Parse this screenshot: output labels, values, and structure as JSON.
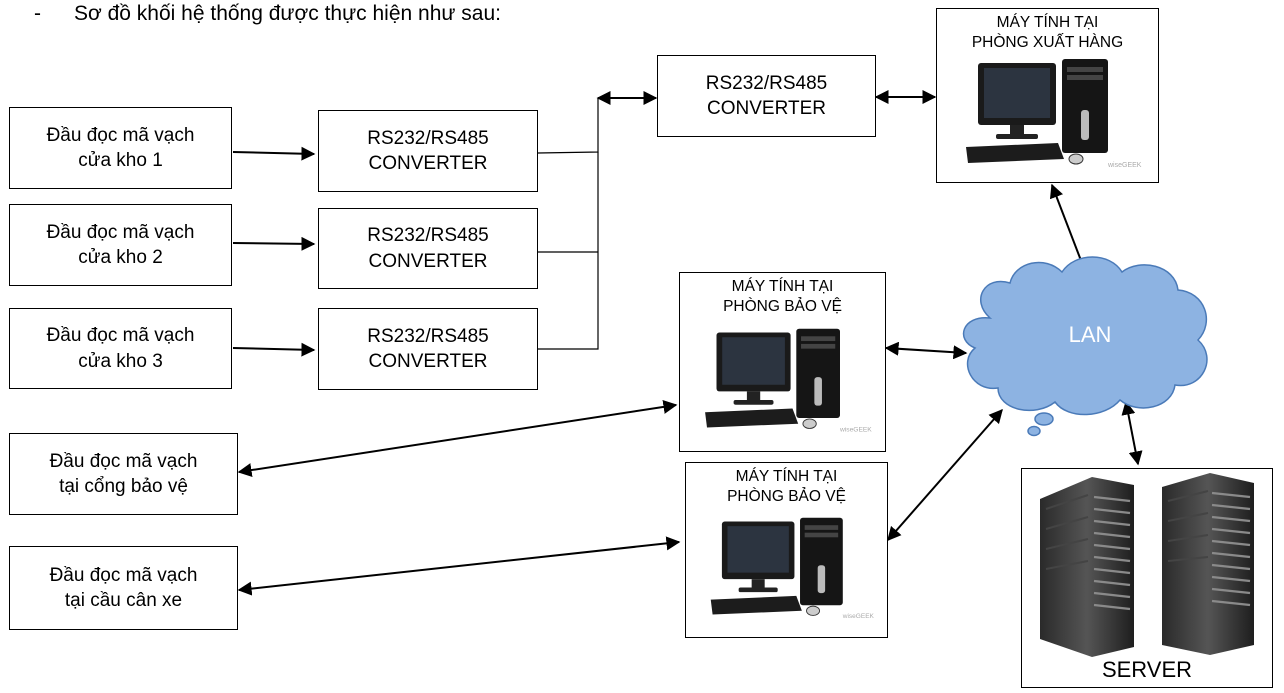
{
  "heading": {
    "bullet": "-",
    "text": "Sơ đồ khối hệ thống được thực hiện như sau:"
  },
  "readers": [
    {
      "line1": "Đầu đọc mã vạch",
      "line2": "cửa kho 1"
    },
    {
      "line1": "Đầu đọc mã vạch",
      "line2": "cửa kho 2"
    },
    {
      "line1": "Đầu đọc mã vạch",
      "line2": "cửa kho 3"
    },
    {
      "line1": "Đầu đọc mã vạch",
      "line2": "tại cổng bảo vệ"
    },
    {
      "line1": "Đầu đọc mã vạch",
      "line2": "tại cầu cân xe"
    }
  ],
  "converters": [
    {
      "line1": "RS232/RS485",
      "line2": "CONVERTER"
    },
    {
      "line1": "RS232/RS485",
      "line2": "CONVERTER"
    },
    {
      "line1": "RS232/RS485",
      "line2": "CONVERTER"
    },
    {
      "line1": "RS232/RS485",
      "line2": "CONVERTER"
    }
  ],
  "computers": {
    "shipping": {
      "line1": "MÁY TÍNH TẠI",
      "line2": "PHÒNG XUẤT HÀNG",
      "watermark": "wiseGEEK"
    },
    "security1": {
      "line1": "MÁY TÍNH TẠI",
      "line2": "PHÒNG BẢO VỆ",
      "watermark": "wiseGEEK"
    },
    "security2": {
      "line1": "MÁY TÍNH TẠI",
      "line2": "PHÒNG BẢO VỆ",
      "watermark": "wiseGEEK"
    }
  },
  "network": {
    "label": "LAN",
    "color": "#8db3e2"
  },
  "server": {
    "label": "SERVER"
  }
}
